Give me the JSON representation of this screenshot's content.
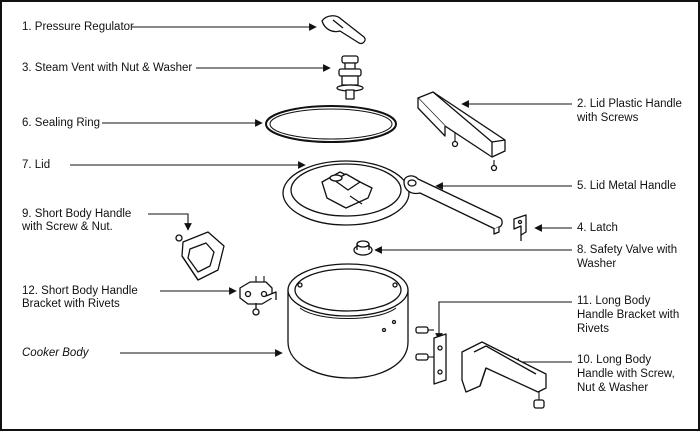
{
  "labels": {
    "pressure_regulator": "1. Pressure Regulator",
    "steam_vent": "3. Steam Vent with Nut & Washer",
    "sealing_ring": "6. Sealing Ring",
    "lid": "7. Lid",
    "short_body_handle_1": "9. Short Body Handle",
    "short_body_handle_2": "with Screw & Nut.",
    "short_bracket_1": "12. Short Body Handle",
    "short_bracket_2": "Bracket with Rivets",
    "cooker_body": "Cooker Body",
    "lid_plastic_handle_1": "2. Lid Plastic Handle",
    "lid_plastic_handle_2": "with Screws",
    "lid_metal_handle": "5. Lid Metal Handle",
    "latch": "4. Latch",
    "safety_valve_1": "8. Safety Valve with",
    "safety_valve_2": "Washer",
    "long_bracket_1": "11. Long Body",
    "long_bracket_2": "Handle Bracket with",
    "long_bracket_3": "Rivets",
    "long_handle_1": "10. Long Body",
    "long_handle_2": "Handle with Screw,",
    "long_handle_3": "Nut & Washer"
  }
}
